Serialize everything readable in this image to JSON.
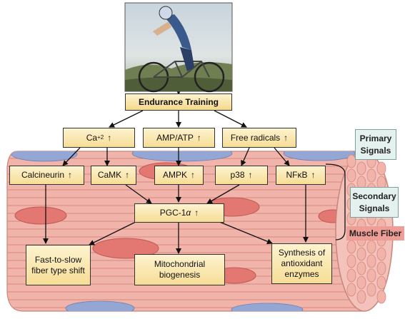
{
  "colors": {
    "muscle_fill": "#f0b4ab",
    "muscle_stripe": "#d9877d",
    "nucleus": "#e27871",
    "blue_patch": "#93a6d4",
    "box_top": "#fdf3d0",
    "box_bottom": "#f7dd95",
    "teal_label": "#e5f1ee",
    "red_label": "#ef9d97"
  },
  "photo": {
    "icon": "cyclist-photo-icon"
  },
  "training": {
    "label": "Endurance Training"
  },
  "primary": [
    {
      "label": "Ca",
      "sup": "+2",
      "arrow": "↑"
    },
    {
      "label": "AMP/ATP",
      "arrow": "↑"
    },
    {
      "label": "Free radicals",
      "arrow": "↑"
    }
  ],
  "secondary": [
    {
      "label": "Calcineurin",
      "arrow": "↑"
    },
    {
      "label": "CaMK",
      "arrow": "↑"
    },
    {
      "label": "AMPK",
      "arrow": "↑"
    },
    {
      "label": "p38",
      "arrow": "↑"
    },
    {
      "label": "NFκB",
      "arrow": "↑"
    }
  ],
  "pgc": {
    "label": "PGC-1",
    "greek": "α",
    "arrow": "↑"
  },
  "outcomes": [
    {
      "label": "Fast-to-slow fiber type shift"
    },
    {
      "label": "Mitochondrial biogenesis"
    },
    {
      "label": "Synthesis of antioxidant enzymes"
    }
  ],
  "side_labels": {
    "primary": "Primary Signals",
    "secondary": "Secondary Signals",
    "muscle": "Muscle Fiber"
  }
}
